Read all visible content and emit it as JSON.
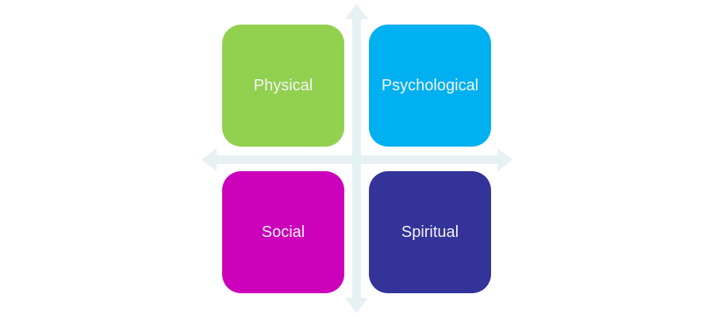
{
  "diagram": {
    "type": "quadrant",
    "axis_color": "#e6f1f3",
    "quadrants": [
      {
        "label": "Physical",
        "color": "#92d050",
        "position": "top-left"
      },
      {
        "label": "Psychological",
        "color": "#00b0f0",
        "position": "top-right"
      },
      {
        "label": "Social",
        "color": "#cc00bb",
        "position": "bottom-left"
      },
      {
        "label": "Spiritual",
        "color": "#333399",
        "position": "bottom-right"
      }
    ]
  }
}
